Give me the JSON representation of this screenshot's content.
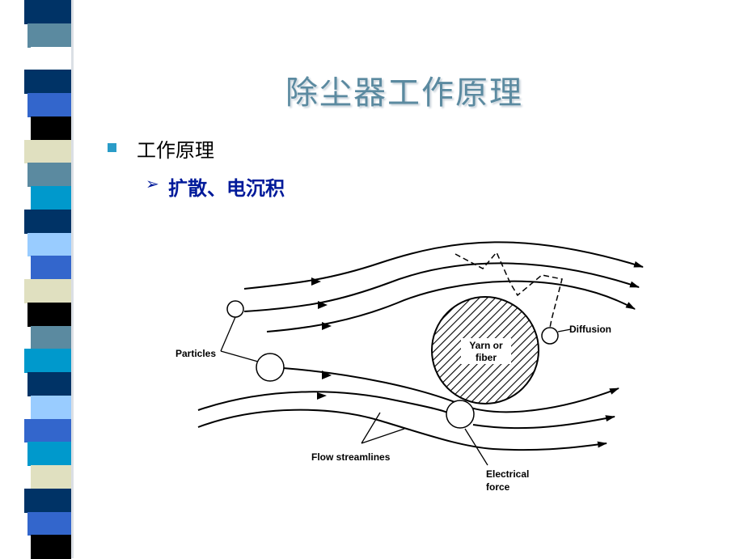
{
  "slide": {
    "title": "除尘器工作原理",
    "bullet_1": "工作原理",
    "bullet_2": "扩散、电沉积"
  },
  "figure": {
    "labels": {
      "yarn": "Yarn or",
      "fiber": "fiber",
      "diffusion": "Diffusion",
      "particles": "Particles",
      "flow_streamlines": "Flow streamlines",
      "electrical": "Electrical",
      "force": "force"
    }
  },
  "colors": {
    "title": "#5b8aa0",
    "bullet_square": "#2a9cc8",
    "bullet_2_text": "#001a9a",
    "stripe_bands": [
      "#003366",
      "#5b8aa0",
      "#ffffff",
      "#003366",
      "#3366cc",
      "#000000",
      "#e0e0c0",
      "#5b8aa0",
      "#0099cc",
      "#003366",
      "#99ccff",
      "#3366cc",
      "#e0e0c0",
      "#000000",
      "#5b8aa0",
      "#0099cc",
      "#003366",
      "#99ccff",
      "#3366cc",
      "#0099cc",
      "#e0e0c0",
      "#003366",
      "#3366cc",
      "#000000"
    ]
  }
}
